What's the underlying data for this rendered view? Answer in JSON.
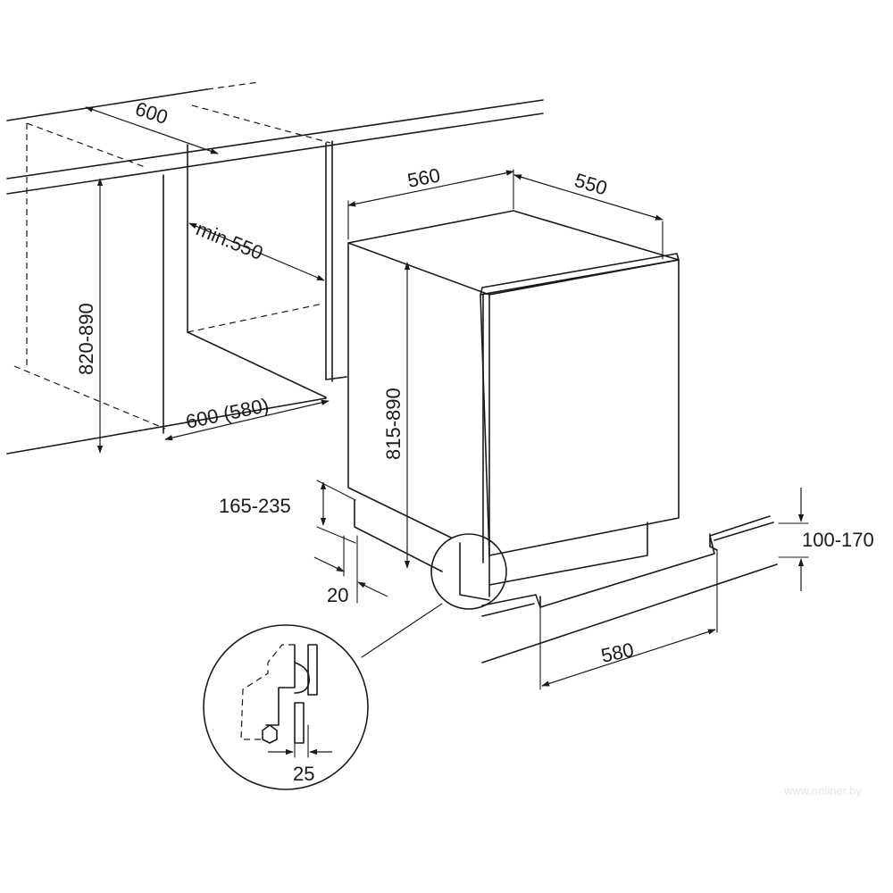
{
  "dimensions": {
    "niche_depth": "600",
    "niche_min_width": "min.550",
    "niche_height": "820-890",
    "niche_width": "600 (580)",
    "appliance_width": "560",
    "appliance_depth": "550",
    "appliance_height": "815-890",
    "door_offset_height": "165-235",
    "front_gap": "20",
    "plinth_height": "100-170",
    "plinth_width": "580",
    "detail_gap": "25"
  },
  "watermark": "www.onliner.by"
}
